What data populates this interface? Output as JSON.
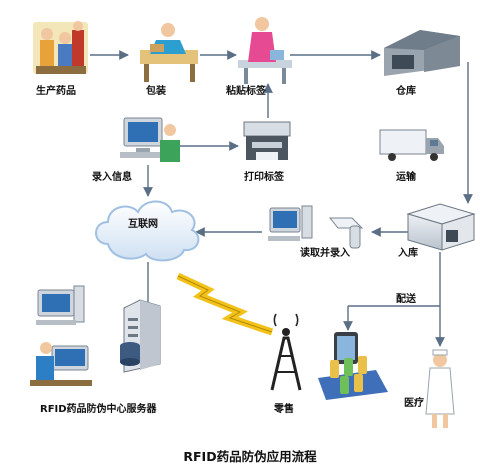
{
  "nodes": {
    "produce": "生产药品",
    "package": "包装",
    "label_stick": "粘贴标签",
    "warehouse": "仓库",
    "record_info": "录入信息",
    "print_label": "打印标签",
    "transport": "运输",
    "internet": "互联网",
    "read_record": "读取并录入",
    "inbound": "入库",
    "delivery": "配送",
    "server": "RFID药品防伪中心服务器",
    "retail": "零售",
    "medical": "医疗"
  },
  "caption": "RFID药品防伪应用流程",
  "colors": {
    "arrow": "#5a6f86",
    "cloud": "#9fc0e2",
    "signal": "#f2c21b",
    "monitor": "#cfd5dd",
    "server": "#dfe3ea"
  }
}
